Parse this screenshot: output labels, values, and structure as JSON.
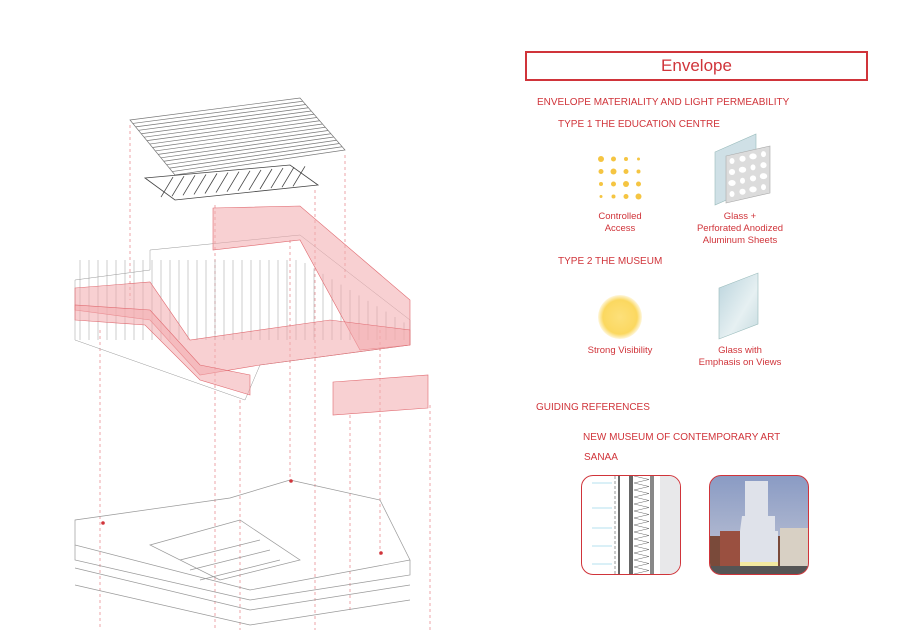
{
  "title": "Envelope",
  "section1": {
    "heading": "ENVELOPE MATERIALITY AND LIGHT PERMEABILITY",
    "type1": {
      "heading": "TYPE 1 THE EDUCATION CENTRE",
      "left_caption_line1": "Controlled",
      "left_caption_line2": "Access",
      "right_caption_line1": "Glass +",
      "right_caption_line2": "Perforated Anodized",
      "right_caption_line3": "Aluminum Sheets"
    },
    "type2": {
      "heading": "TYPE 2 THE MUSEUM",
      "left_caption": "Strong Visibility",
      "right_caption_line1": "Glass with",
      "right_caption_line2": "Emphasis on Views"
    }
  },
  "references": {
    "heading": "GUIDING REFERENCES",
    "project": "NEW MUSEUM OF CONTEMPORARY ART",
    "architect": "SANAA"
  },
  "colors": {
    "accent": "#d0343a",
    "light": "#f5c542",
    "pink": "#f3a9ad"
  }
}
